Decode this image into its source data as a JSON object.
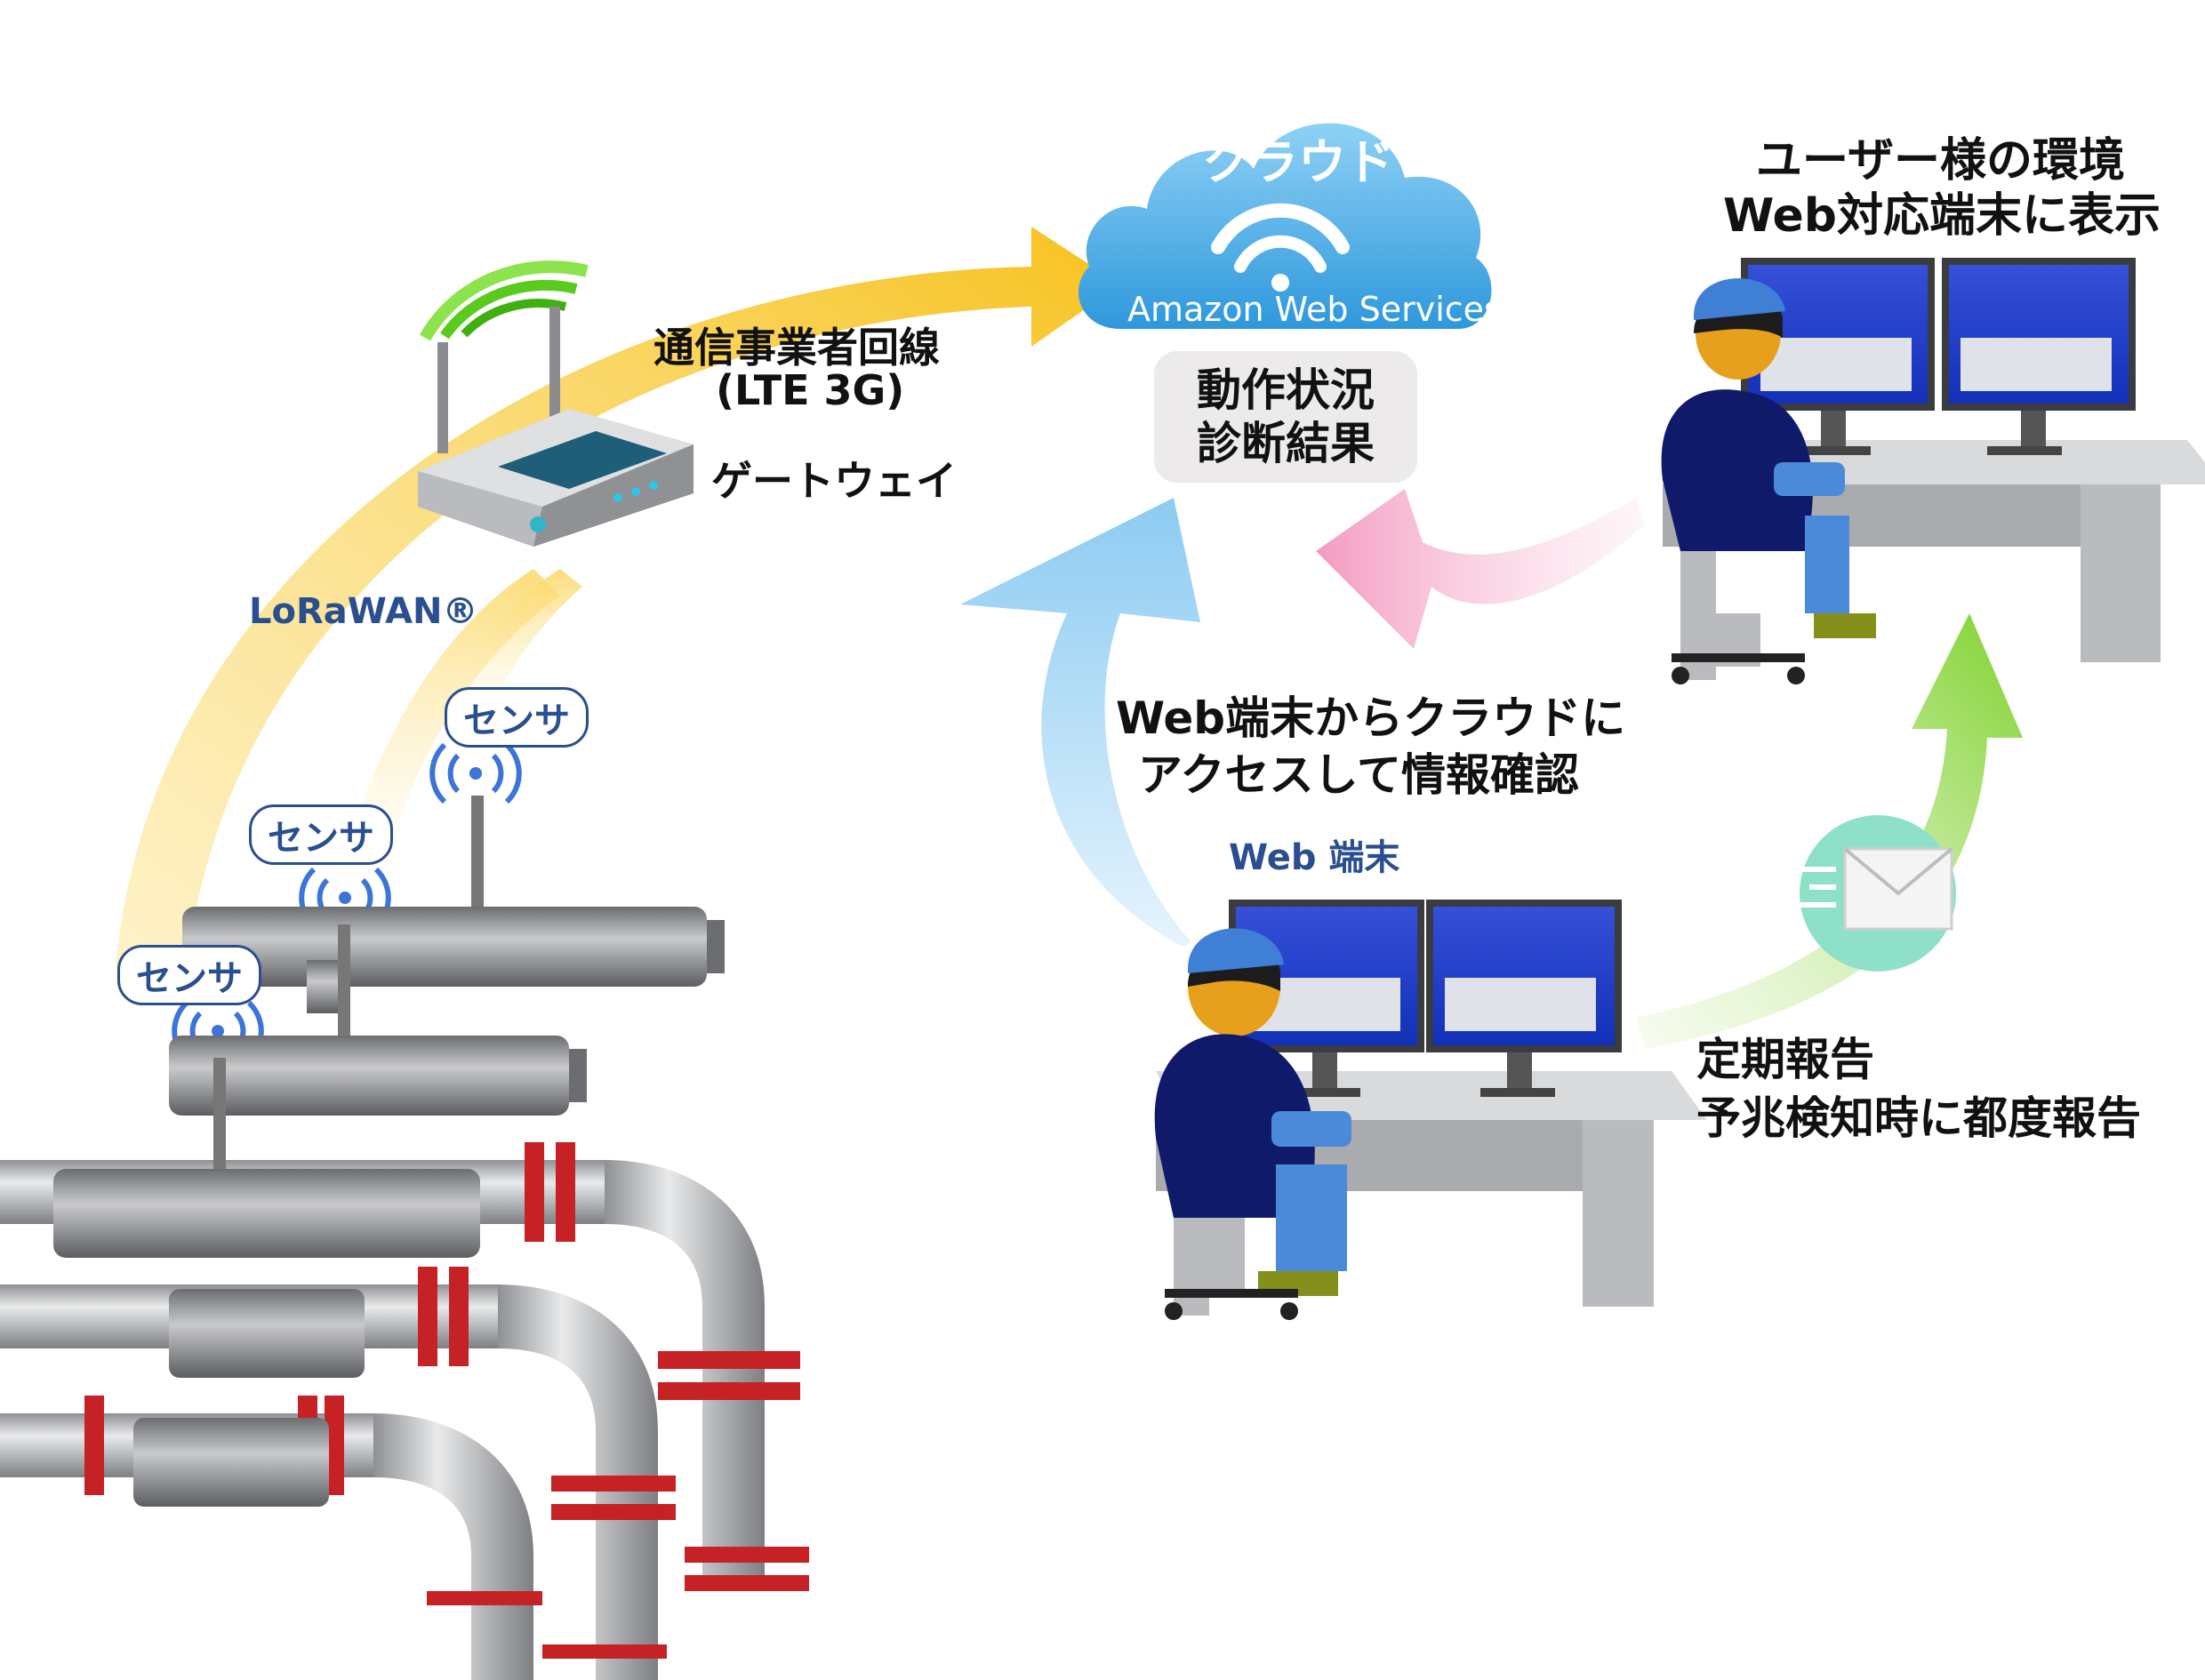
{
  "cloud": {
    "title": "クラウド",
    "service": "Amazon Web Services",
    "status_line1": "動作状況",
    "status_line2": "診断結果"
  },
  "gateway": {
    "carrier_line1": "通信事業者回線",
    "carrier_line2": "(LTE 3G)",
    "label": "ゲートウェイ",
    "protocol": "LoRaWAN®"
  },
  "sensors": [
    {
      "label": "センサ"
    },
    {
      "label": "センサ"
    },
    {
      "label": "センサ"
    }
  ],
  "user_env": {
    "line1": "ユーザー様の環境",
    "line2": "Web対応端末に表示"
  },
  "web_access": {
    "line1": "Web端末からクラウドに",
    "line2": "アクセスして情報確認"
  },
  "web_terminal": {
    "label": "Web 端末"
  },
  "report": {
    "line1": "定期報告",
    "line2": "予兆検知時に都度報告"
  },
  "colors": {
    "cloud": "#5bb8ec",
    "lte_arrow": "#f7c21e",
    "access_arrow": "#9fd3f3",
    "pink_arrow": "#f4a7c6",
    "green_arrow": "#8fd63a",
    "monitor": "#1c3fc4",
    "person": "#0f1a6b",
    "pipe": "#c7c9cc",
    "flange": "#c62226"
  },
  "icons": [
    "cloud-icon",
    "wifi-icon",
    "router-icon",
    "sensor-signal-icon",
    "mail-icon",
    "monitor-icon",
    "worker-icon",
    "pipeline-icon"
  ]
}
